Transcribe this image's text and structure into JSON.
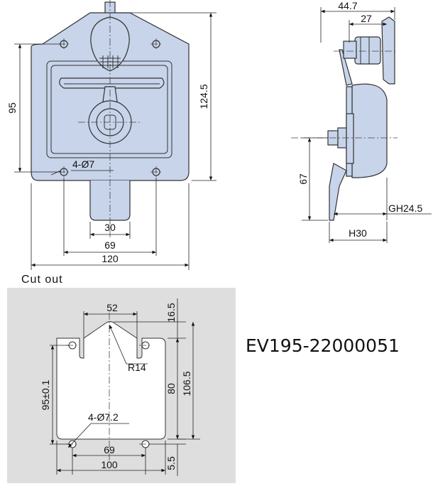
{
  "front_view": {
    "dims": {
      "height_124_5": "124.5",
      "height_95": "95",
      "holes": "4-Ø7",
      "paddle_width": "30",
      "hole_spacing": "69",
      "width": "120"
    }
  },
  "side_view": {
    "dims": {
      "depth_44_7": "44.7",
      "depth_27": "27",
      "height_67": "67",
      "gh": "GH24.5",
      "h": "H30"
    }
  },
  "cutout": {
    "title": "Cut out",
    "dims": {
      "top_width": "52",
      "top_offset": "16.5",
      "radius": "R14",
      "height_95": "95±0.1",
      "height_80": "80",
      "height_106_5": "106.5",
      "holes": "4-Ø7.2",
      "hole_spacing": "69",
      "width": "100",
      "bottom_offset": "5.5"
    }
  },
  "model": "EV195-22000051",
  "colors": {
    "part_fill": "#c7d4ea",
    "cutout_bg": "#dedede"
  }
}
